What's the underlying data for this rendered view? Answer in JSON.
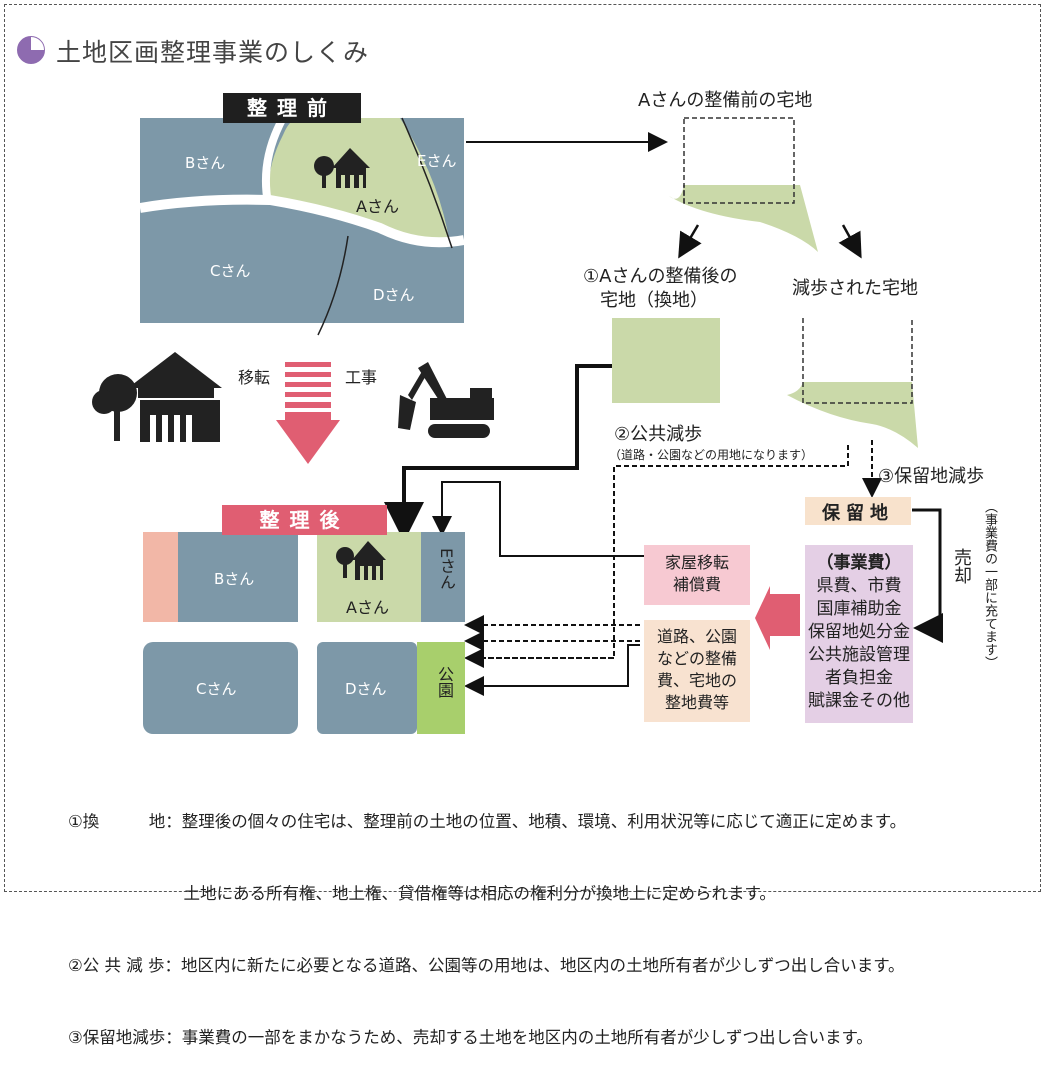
{
  "title": "土地区画整理事業のしくみ",
  "before": {
    "label": "整理前",
    "b": "Bさん",
    "a": "Aさん",
    "e": "Eさん",
    "c": "Cさん",
    "d": "Dさん"
  },
  "middle": {
    "relocation": "移転",
    "construction": "工事"
  },
  "after": {
    "label": "整理後",
    "b": "Bさん",
    "a": "Aさん",
    "e": "Eさん",
    "c": "Cさん",
    "d": "Dさん",
    "park": "公園"
  },
  "right": {
    "pre_lot_title": "Aさんの整備前の宅地",
    "replot_line1": "①Aさんの整備後の",
    "replot_line2": "宅地（換地）",
    "reduced_lot": "減歩された宅地",
    "public_reduction": "②公共減歩",
    "public_reduction_note": "（道路・公園などの用地になります）",
    "reserve_reduction": "③保留地減歩",
    "reserve_land": "保留地",
    "sale": "売却",
    "sale_note": "（事業費の一部に充てます）"
  },
  "cost_box": {
    "title": "（事業費）",
    "lines": [
      "県費、市費",
      "国庫補助金",
      "保留地処分金",
      "公共施設管理",
      "者負担金",
      "賦課金その他"
    ]
  },
  "compensation_box": {
    "line1": "家屋移転",
    "line2": "補償費"
  },
  "works_box": {
    "line1": "道路、公園",
    "line2": "などの整備",
    "line3": "費、宅地の",
    "line4": "整地費等"
  },
  "notes": [
    "①換　　　地：整理後の個々の住宅は、整理前の土地の位置、地積、環境、利用状況等に応じて適正に定めます。",
    "　　　　　　　土地にある所有権、地上権、貸借権等は相応の権利分が換地上に定められます。",
    "②公 共 減 歩：地区内に新たに必要となる道路、公園等の用地は、地区内の土地所有者が少しずつ出し合います。",
    "③保留地減歩：事業費の一部をまかなうため、売却する土地を地区内の土地所有者が少しずつ出し合います。"
  ],
  "colors": {
    "lot_blue": "#7d98a8",
    "lot_green": "#cad9a9",
    "park_green": "#a8cf6c",
    "pink_bar": "#e05e72",
    "salmon": "#f2b7a7",
    "cost_purple": "#e4cfe5",
    "comp_pink": "#f7c9d2",
    "works_beige": "#f8e2d0",
    "reserve_beige": "#f8e2cc"
  }
}
